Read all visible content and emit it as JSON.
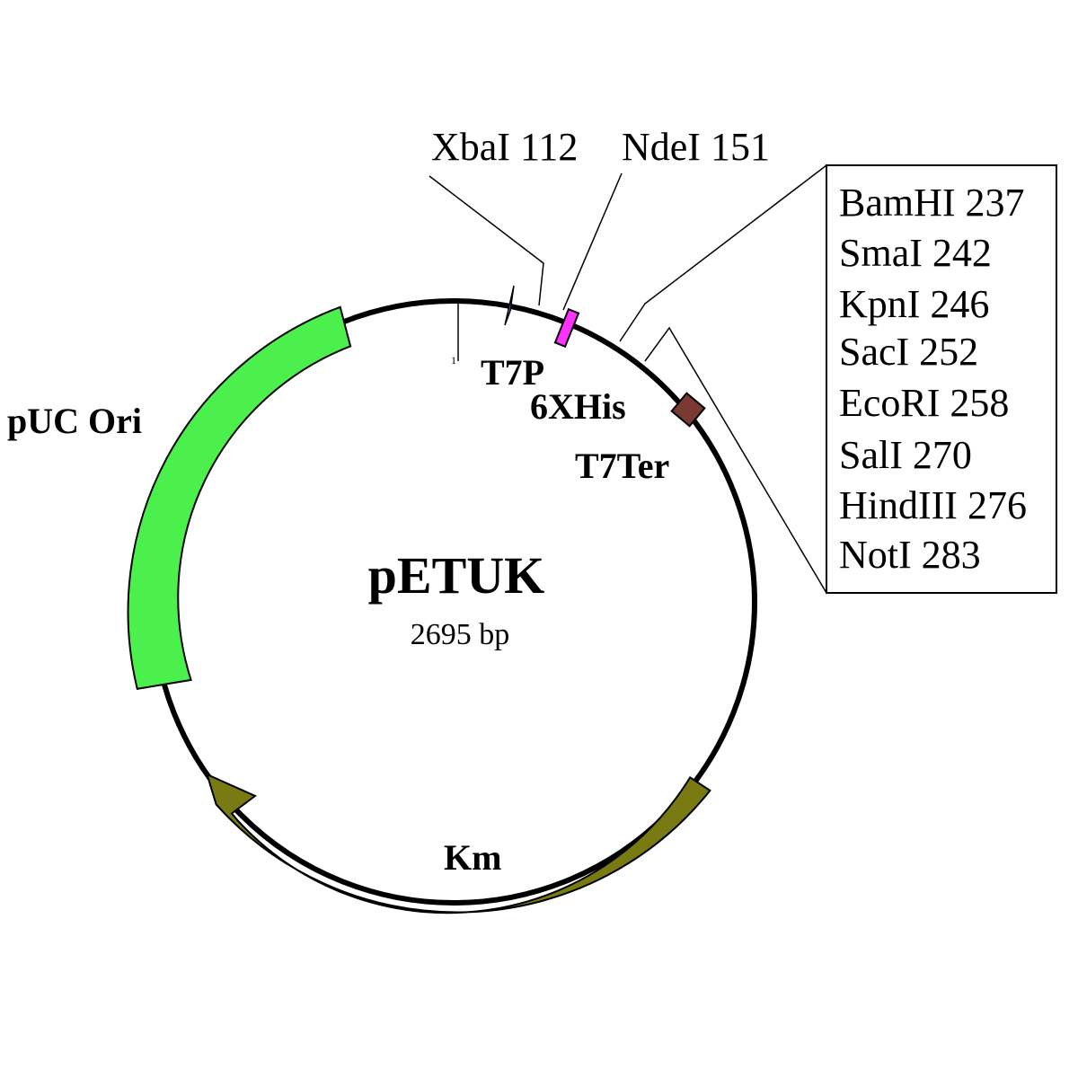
{
  "plasmid": {
    "name": "pETUK",
    "size_label": "2695 bp"
  },
  "features": {
    "puc_ori": {
      "label": "pUC Ori",
      "color": "#4cf04c"
    },
    "km": {
      "label": "Km",
      "color": "#7a7a12"
    },
    "t7p": {
      "label": "T7P",
      "color": "#8080e0"
    },
    "his": {
      "label": "6XHis",
      "color": "#ff33ff"
    },
    "t7ter": {
      "label": "T7Ter",
      "color": "#7a3a34"
    },
    "small_mark": {
      "label": "1"
    }
  },
  "sites": {
    "xbai": "XbaI 112",
    "ndei": "NdeI 151"
  },
  "mcs": [
    "BamHI 237",
    "SmaI 242",
    "KpnI 246",
    "SacI 252",
    "EcoRI 258",
    "SalI 270",
    "HindIII 276",
    "NotI 283"
  ]
}
